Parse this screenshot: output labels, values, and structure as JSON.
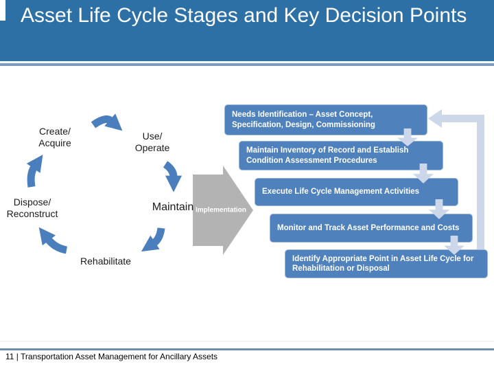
{
  "title": "Asset Life Cycle Stages and Key Decision Points",
  "footer": "11 | Transportation Asset Management for Ancillary Assets",
  "colors": {
    "header_bg": "#2d70a6",
    "header_divider": "#7d9bbc",
    "footer_divider": "#6f8cab",
    "box_fill": "#4f81bd",
    "box_border": "#9ab5da",
    "cycle_arrow": "#4a7ebc",
    "flow_arrow": "#ccd7e9",
    "implementation_fill": "#b3b3b3",
    "text_on_blue": "#ffffff"
  },
  "cycle": {
    "stages": [
      {
        "id": "create-acquire",
        "lines": [
          "Create/",
          "Acquire"
        ]
      },
      {
        "id": "use-operate",
        "lines": [
          "Use/",
          "Operate"
        ]
      },
      {
        "id": "maintain",
        "lines": [
          "Maintain"
        ]
      },
      {
        "id": "rehabilitate",
        "lines": [
          "Rehabilitate"
        ]
      },
      {
        "id": "dispose-reconstruct",
        "lines": [
          "Dispose/",
          "Reconstruct"
        ]
      }
    ]
  },
  "implementation": {
    "label": "Implementation"
  },
  "cascade": {
    "steps": [
      {
        "text": "Needs Identification – Asset Concept, Specification, Design, Commissioning"
      },
      {
        "text": "Maintain Inventory of Record and Establish Condition Assessment Procedures"
      },
      {
        "text": "Execute Life Cycle Management Activities"
      },
      {
        "text": "Monitor and Track Asset Performance and Costs"
      },
      {
        "text": "Identify Appropriate Point in Asset Life Cycle for Rehabilitation or Disposal"
      }
    ]
  }
}
